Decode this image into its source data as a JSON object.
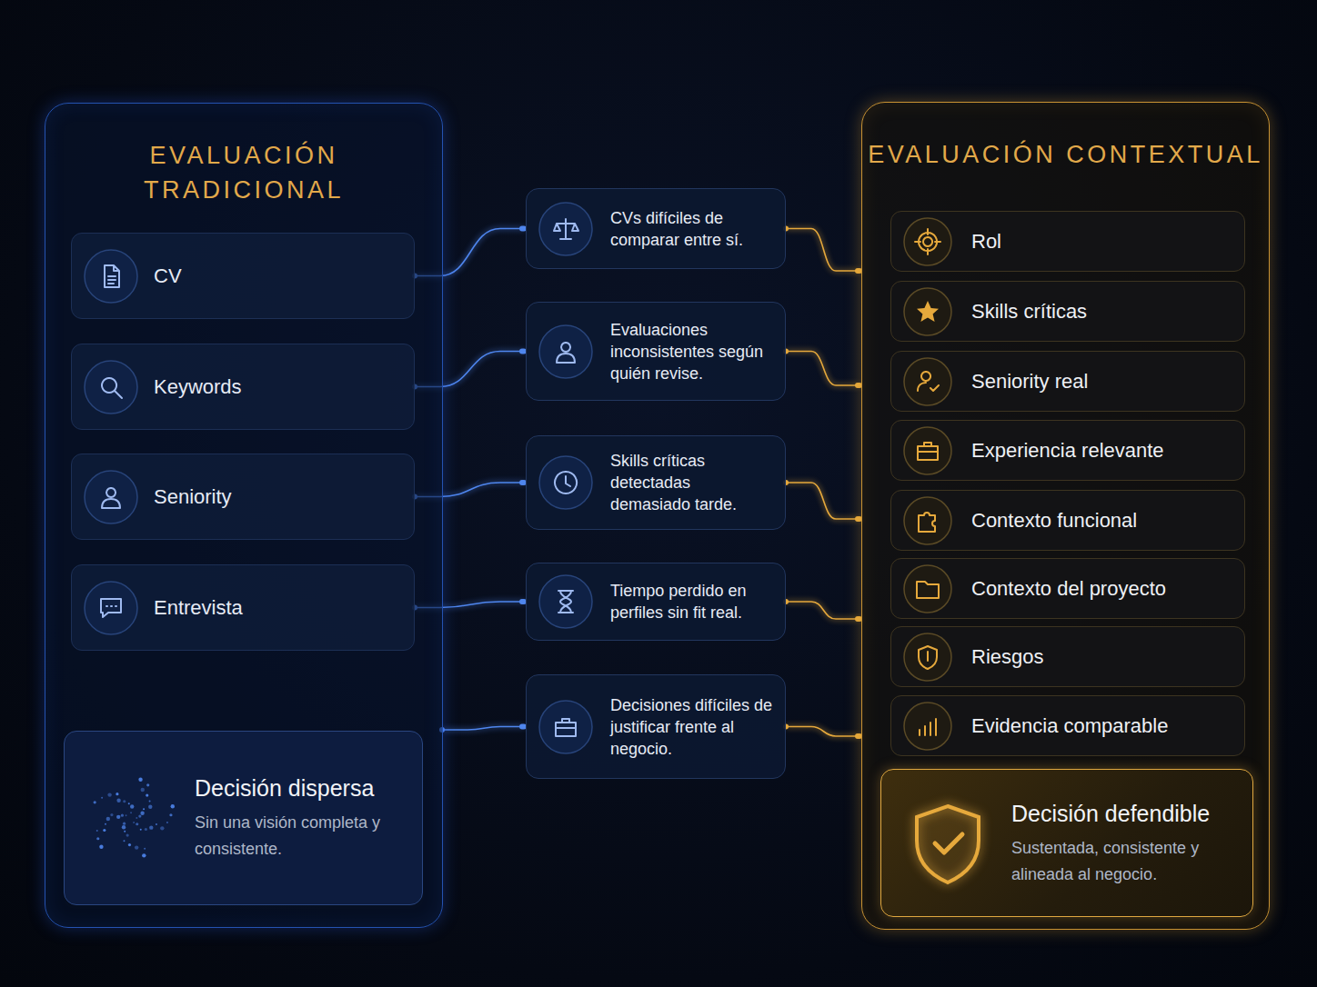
{
  "diagram": {
    "nodes": [
      {
        "text": [
          "EVALUACIÓN TRADICIONAL"
        ]
      },
      {
        "text": [
          "CV"
        ],
        "in": 0
      },
      {
        "text": [
          "Keywords"
        ],
        "in": 0
      },
      {
        "text": [
          "Seniority"
        ],
        "in": 0
      },
      {
        "text": [
          "Entrevista"
        ],
        "in": 0
      },
      {
        "text": [
          "Decisión dispersa",
          "Sin una visión completa y consistente."
        ],
        "in": 0
      },
      {
        "text": [
          "CVs difíciles de comparar entre sí."
        ]
      },
      {
        "text": [
          "Evaluaciones inconsistentes según quién revise."
        ]
      },
      {
        "text": [
          "Skills críticas detectadas demasiado tarde."
        ]
      },
      {
        "text": [
          "Tiempo perdido en perfiles sin fit real."
        ]
      },
      {
        "text": [
          "Decisiones difíciles de justificar frente al negocio."
        ]
      },
      {
        "text": [
          "EVALUACIÓN CONTEXTUAL"
        ]
      },
      {
        "text": [
          "Rol"
        ],
        "in": 11
      },
      {
        "text": [
          "Skills críticas"
        ],
        "in": 11
      },
      {
        "text": [
          "Seniority real"
        ],
        "in": 11
      },
      {
        "text": [
          "Experiencia relevante"
        ],
        "in": 11
      },
      {
        "text": [
          "Contexto funcional"
        ],
        "in": 11
      },
      {
        "text": [
          "Contexto del proyecto"
        ],
        "in": 11
      },
      {
        "text": [
          "Riesgos"
        ],
        "in": 11
      },
      {
        "text": [
          "Evidencia comparable"
        ],
        "in": 11
      },
      {
        "text": [
          "Decisión defendible",
          "Sustentada, consistente y alineada al negocio."
        ],
        "in": 11
      }
    ],
    "edges": [
      {
        "from": 1,
        "to": 6,
        "arrow": "none"
      },
      {
        "from": 2,
        "to": 7,
        "arrow": "none"
      },
      {
        "from": 3,
        "to": 8,
        "arrow": "none"
      },
      {
        "from": 4,
        "to": 9,
        "arrow": "none"
      },
      {
        "from": 0,
        "to": 10,
        "arrow": "none"
      },
      {
        "from": 6,
        "to": 11,
        "arrow": "none"
      },
      {
        "from": 7,
        "to": 11,
        "arrow": "none"
      },
      {
        "from": 8,
        "to": 11,
        "arrow": "none"
      },
      {
        "from": 9,
        "to": 11,
        "arrow": "none"
      },
      {
        "from": 10,
        "to": 11,
        "arrow": "none"
      }
    ]
  }
}
